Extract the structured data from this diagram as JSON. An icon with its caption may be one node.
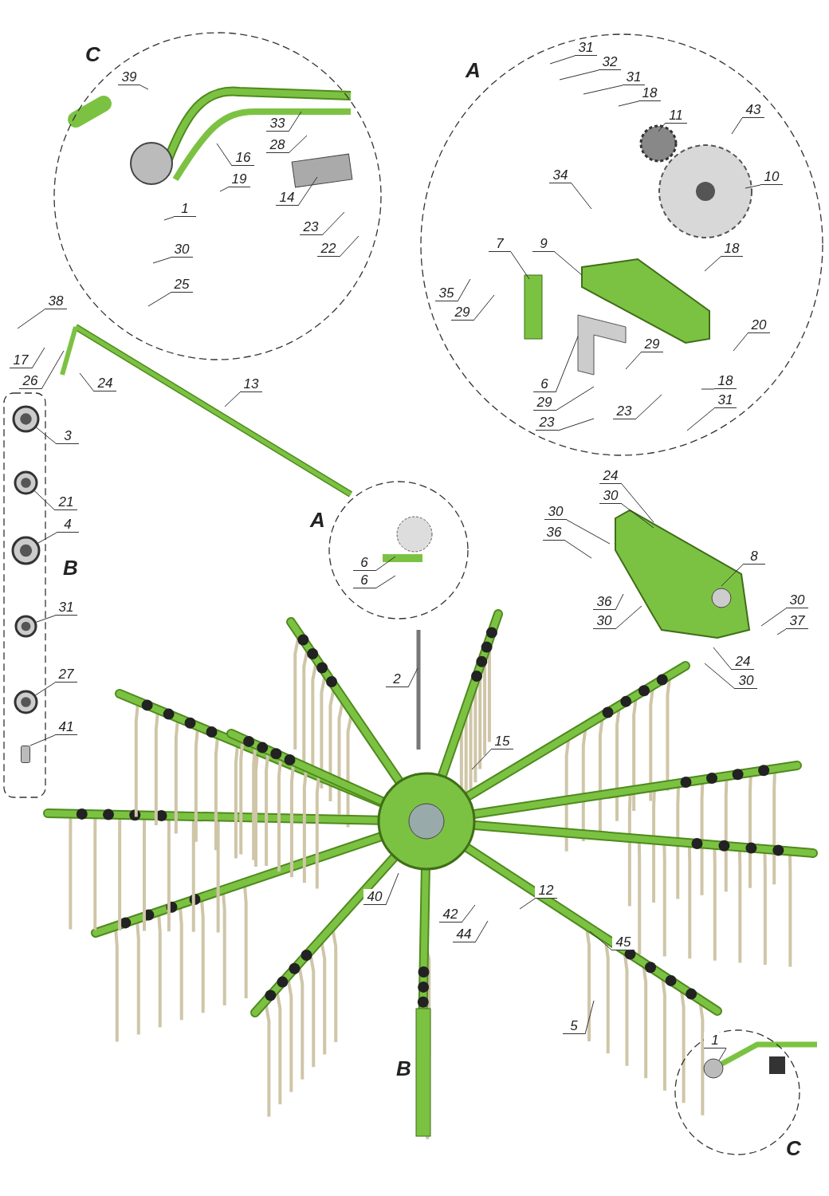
{
  "diagram": {
    "nodes": [
      {
        "text": [
          "C"
        ]
      },
      {
        "text": [
          "39"
        ],
        "in": 0
      },
      {
        "text": [
          "33"
        ],
        "in": 0
      },
      {
        "text": [
          "28"
        ],
        "in": 0
      },
      {
        "text": [
          "16"
        ],
        "in": 0
      },
      {
        "text": [
          "19"
        ],
        "in": 0
      },
      {
        "text": [
          "14"
        ],
        "in": 0
      },
      {
        "text": [
          "1"
        ],
        "in": 0
      },
      {
        "text": [
          "23"
        ],
        "in": 0
      },
      {
        "text": [
          "22"
        ],
        "in": 0
      },
      {
        "text": [
          "30"
        ],
        "in": 0
      },
      {
        "text": [
          "25"
        ],
        "in": 0
      },
      {
        "text": [
          "A"
        ]
      },
      {
        "text": [
          "31"
        ],
        "in": 12
      },
      {
        "text": [
          "32"
        ],
        "in": 12
      },
      {
        "text": [
          "31"
        ],
        "in": 12
      },
      {
        "text": [
          "18"
        ],
        "in": 12
      },
      {
        "text": [
          "11"
        ],
        "in": 12
      },
      {
        "text": [
          "43"
        ],
        "in": 12
      },
      {
        "text": [
          "34"
        ],
        "in": 12
      },
      {
        "text": [
          "10"
        ],
        "in": 12
      },
      {
        "text": [
          "7"
        ],
        "in": 12
      },
      {
        "text": [
          "9"
        ],
        "in": 12
      },
      {
        "text": [
          "18"
        ],
        "in": 12
      },
      {
        "text": [
          "35"
        ],
        "in": 12
      },
      {
        "text": [
          "29"
        ],
        "in": 12
      },
      {
        "text": [
          "20"
        ],
        "in": 12
      },
      {
        "text": [
          "29"
        ],
        "in": 12
      },
      {
        "text": [
          "6"
        ],
        "in": 12
      },
      {
        "text": [
          "29"
        ],
        "in": 12
      },
      {
        "text": [
          "18"
        ],
        "in": 12
      },
      {
        "text": [
          "23"
        ],
        "in": 12
      },
      {
        "text": [
          "31"
        ],
        "in": 12
      },
      {
        "text": [
          "23"
        ],
        "in": 12
      },
      {
        "text": [
          "38"
        ]
      },
      {
        "text": [
          "17"
        ]
      },
      {
        "text": [
          "26"
        ]
      },
      {
        "text": [
          "24"
        ]
      },
      {
        "text": [
          "13"
        ]
      },
      {
        "text": [
          "B"
        ]
      },
      {
        "text": [
          "3"
        ]
      },
      {
        "text": [
          "21"
        ]
      },
      {
        "text": [
          "4"
        ]
      },
      {
        "text": [
          "31"
        ]
      },
      {
        "text": [
          "27"
        ]
      },
      {
        "text": [
          "41"
        ]
      },
      {
        "text": [
          "A"
        ]
      },
      {
        "text": [
          "6"
        ],
        "in": 46
      },
      {
        "text": [
          "6"
        ],
        "in": 46
      },
      {
        "text": [
          "24"
        ]
      },
      {
        "text": [
          "30"
        ]
      },
      {
        "text": [
          "30"
        ]
      },
      {
        "text": [
          "36"
        ]
      },
      {
        "text": [
          "8"
        ]
      },
      {
        "text": [
          "36"
        ]
      },
      {
        "text": [
          "30"
        ]
      },
      {
        "text": [
          "30"
        ]
      },
      {
        "text": [
          "37"
        ]
      },
      {
        "text": [
          "24"
        ]
      },
      {
        "text": [
          "30"
        ]
      },
      {
        "text": [
          "2"
        ]
      },
      {
        "text": [
          "15"
        ]
      },
      {
        "text": [
          "40"
        ]
      },
      {
        "text": [
          "12"
        ]
      },
      {
        "text": [
          "42"
        ]
      },
      {
        "text": [
          "44"
        ]
      },
      {
        "text": [
          "45"
        ]
      },
      {
        "text": [
          "5"
        ]
      },
      {
        "text": [
          "C"
        ]
      },
      {
        "text": [
          "1"
        ],
        "in": 68
      },
      {
        "text": [],
        "shape": "circle",
        "in": 39
      },
      {
        "text": [],
        "shape": "circle",
        "in": 39
      },
      {
        "text": [],
        "shape": "circle",
        "in": 39
      },
      {
        "text": [],
        "shape": "circle",
        "in": 39
      },
      {
        "text": [],
        "shape": "circle",
        "in": 39
      },
      {
        "text": [],
        "shape": "cylinder",
        "in": 39
      }
    ],
    "edges": [
      {
        "from": 1,
        "to": null,
        "arrow": "none"
      },
      {
        "from": 2,
        "to": null,
        "arrow": "none"
      },
      {
        "from": 3,
        "to": null,
        "arrow": "none"
      },
      {
        "from": 4,
        "to": null,
        "arrow": "none"
      },
      {
        "from": 5,
        "to": null,
        "arrow": "none"
      },
      {
        "from": 6,
        "to": null,
        "arrow": "none"
      },
      {
        "from": 7,
        "to": null,
        "arrow": "none"
      },
      {
        "from": 8,
        "to": null,
        "arrow": "none"
      },
      {
        "from": 9,
        "to": null,
        "arrow": "none"
      },
      {
        "from": 10,
        "to": null,
        "arrow": "none"
      },
      {
        "from": 11,
        "to": null,
        "arrow": "none"
      },
      {
        "from": 13,
        "to": null,
        "arrow": "none"
      },
      {
        "from": 14,
        "to": null,
        "arrow": "none"
      },
      {
        "from": 15,
        "to": null,
        "arrow": "none"
      },
      {
        "from": 16,
        "to": null,
        "arrow": "none"
      },
      {
        "from": 17,
        "to": null,
        "arrow": "none"
      },
      {
        "from": 18,
        "to": null,
        "arrow": "none"
      },
      {
        "from": 19,
        "to": null,
        "arrow": "none"
      },
      {
        "from": 20,
        "to": null,
        "arrow": "none"
      },
      {
        "from": 21,
        "to": null,
        "arrow": "none"
      },
      {
        "from": 22,
        "to": null,
        "arrow": "none"
      },
      {
        "from": 23,
        "to": null,
        "arrow": "none"
      },
      {
        "from": 24,
        "to": null,
        "arrow": "none"
      },
      {
        "from": 25,
        "to": null,
        "arrow": "none"
      },
      {
        "from": 26,
        "to": null,
        "arrow": "none"
      },
      {
        "from": 27,
        "to": null,
        "arrow": "none"
      },
      {
        "from": 28,
        "to": null,
        "arrow": "none"
      },
      {
        "from": 29,
        "to": null,
        "arrow": "none"
      },
      {
        "from": 30,
        "to": null,
        "arrow": "none"
      },
      {
        "from": 31,
        "to": null,
        "arrow": "none"
      },
      {
        "from": 32,
        "to": null,
        "arrow": "none"
      },
      {
        "from": 33,
        "to": null,
        "arrow": "none"
      },
      {
        "from": 34,
        "to": null,
        "arrow": "none"
      },
      {
        "from": 35,
        "to": null,
        "arrow": "none"
      },
      {
        "from": 36,
        "to": null,
        "arrow": "none"
      },
      {
        "from": 37,
        "to": null,
        "arrow": "none"
      },
      {
        "from": 38,
        "to": null,
        "arrow": "none"
      },
      {
        "from": 40,
        "to": 70,
        "arrow": "none"
      },
      {
        "from": 41,
        "to": 71,
        "arrow": "none"
      },
      {
        "from": 42,
        "to": 72,
        "arrow": "none"
      },
      {
        "from": 43,
        "to": 73,
        "arrow": "none"
      },
      {
        "from": 44,
        "to": 74,
        "arrow": "none"
      },
      {
        "from": 45,
        "to": 75,
        "arrow": "none"
      },
      {
        "from": 47,
        "to": null,
        "arrow": "none"
      },
      {
        "from": 48,
        "to": null,
        "arrow": "none"
      },
      {
        "from": 49,
        "to": null,
        "arrow": "none"
      },
      {
        "from": 50,
        "to": null,
        "arrow": "none"
      },
      {
        "from": 51,
        "to": null,
        "arrow": "none"
      },
      {
        "from": 52,
        "to": null,
        "arrow": "none"
      },
      {
        "from": 53,
        "to": null,
        "arrow": "none"
      },
      {
        "from": 54,
        "to": null,
        "arrow": "none"
      },
      {
        "from": 55,
        "to": null,
        "arrow": "none"
      },
      {
        "from": 56,
        "to": null,
        "arrow": "none"
      },
      {
        "from": 57,
        "to": null,
        "arrow": "none"
      },
      {
        "from": 58,
        "to": null,
        "arrow": "none"
      },
      {
        "from": 59,
        "to": null,
        "arrow": "none"
      },
      {
        "from": 60,
        "to": null,
        "arrow": "none"
      },
      {
        "from": 61,
        "to": null,
        "arrow": "none"
      },
      {
        "from": 62,
        "to": null,
        "arrow": "none"
      },
      {
        "from": 63,
        "to": null,
        "arrow": "none"
      },
      {
        "from": 64,
        "to": null,
        "arrow": "none"
      },
      {
        "from": 65,
        "to": null,
        "arrow": "none"
      },
      {
        "from": 66,
        "to": null,
        "arrow": "none"
      },
      {
        "from": 67,
        "to": null,
        "arrow": "none"
      },
      {
        "from": 69,
        "to": null,
        "arrow": "none"
      }
    ],
    "labels": [
      "B"
    ]
  }
}
